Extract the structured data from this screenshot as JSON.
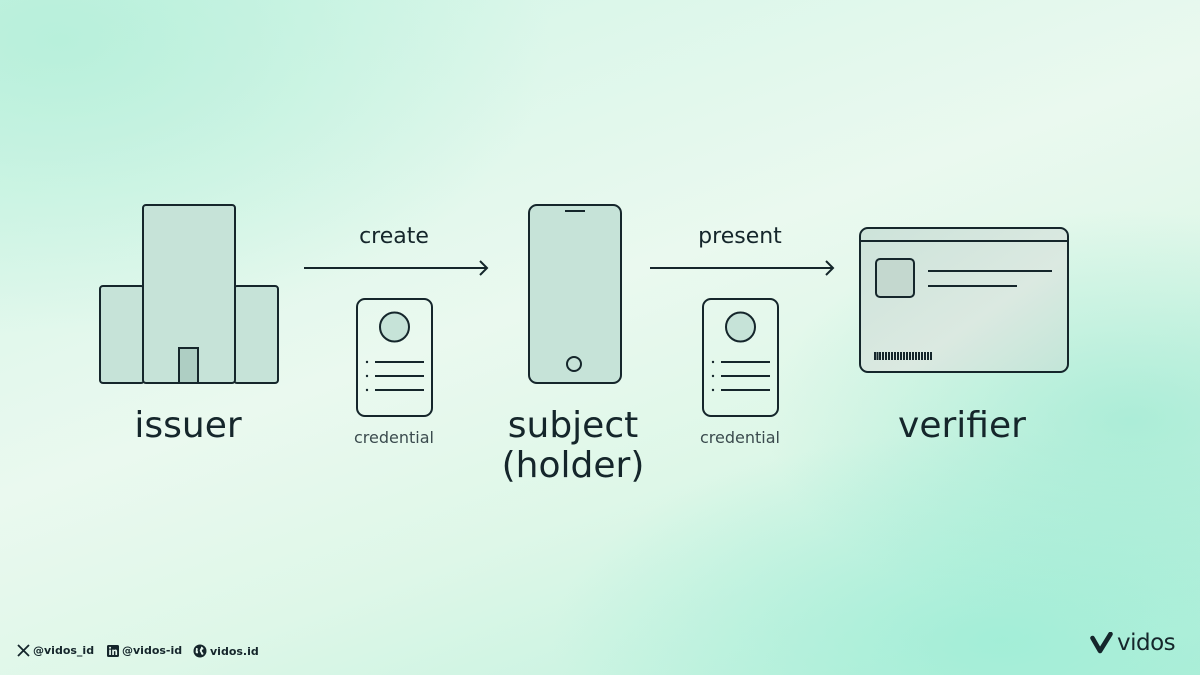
{
  "diagram": {
    "roles": {
      "issuer": "issuer",
      "subject_line1": "subject",
      "subject_line2": "(holder)",
      "verifier": "verifier"
    },
    "flows": {
      "create": "create",
      "present": "present"
    },
    "artifacts": {
      "credential_1": "credential",
      "credential_2": "credential"
    }
  },
  "footer": {
    "x_handle": "@vidos_id",
    "linkedin_handle": "@vidos-id",
    "website": "vidos.id",
    "brand_name": "vidos"
  },
  "icons": {
    "issuer": "building-icon",
    "subject": "smartphone-icon",
    "verifier": "id-card-icon",
    "credential": "credential-document-icon",
    "x": "x-logo-icon",
    "linkedin": "linkedin-icon",
    "web": "globe-icon",
    "brand": "vidos-logo-icon"
  }
}
